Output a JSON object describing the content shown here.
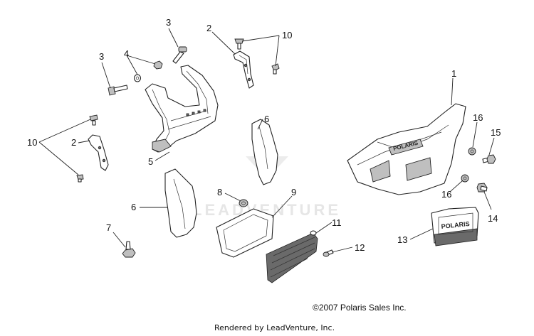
{
  "watermark": "LEADVENTURE",
  "copyright": "©2007 Polaris Sales Inc.",
  "rendered_by": "Rendered by LeadVenture, Inc.",
  "bumper_logo": "POLARIS",
  "panel_logo": "POLARIS",
  "callouts": {
    "c3_top": "3",
    "c2_top": "2",
    "c10_top": "10",
    "c3_left": "3",
    "c4": "4",
    "c1": "1",
    "c16_top": "16",
    "c15": "15",
    "c6_mid": "6",
    "c10_left": "10",
    "c2_left": "2",
    "c5": "5",
    "c8": "8",
    "c9": "9",
    "c6_left": "6",
    "c16_bottom": "16",
    "c14": "14",
    "c7": "7",
    "c11": "11",
    "c13": "13",
    "c12": "12"
  }
}
